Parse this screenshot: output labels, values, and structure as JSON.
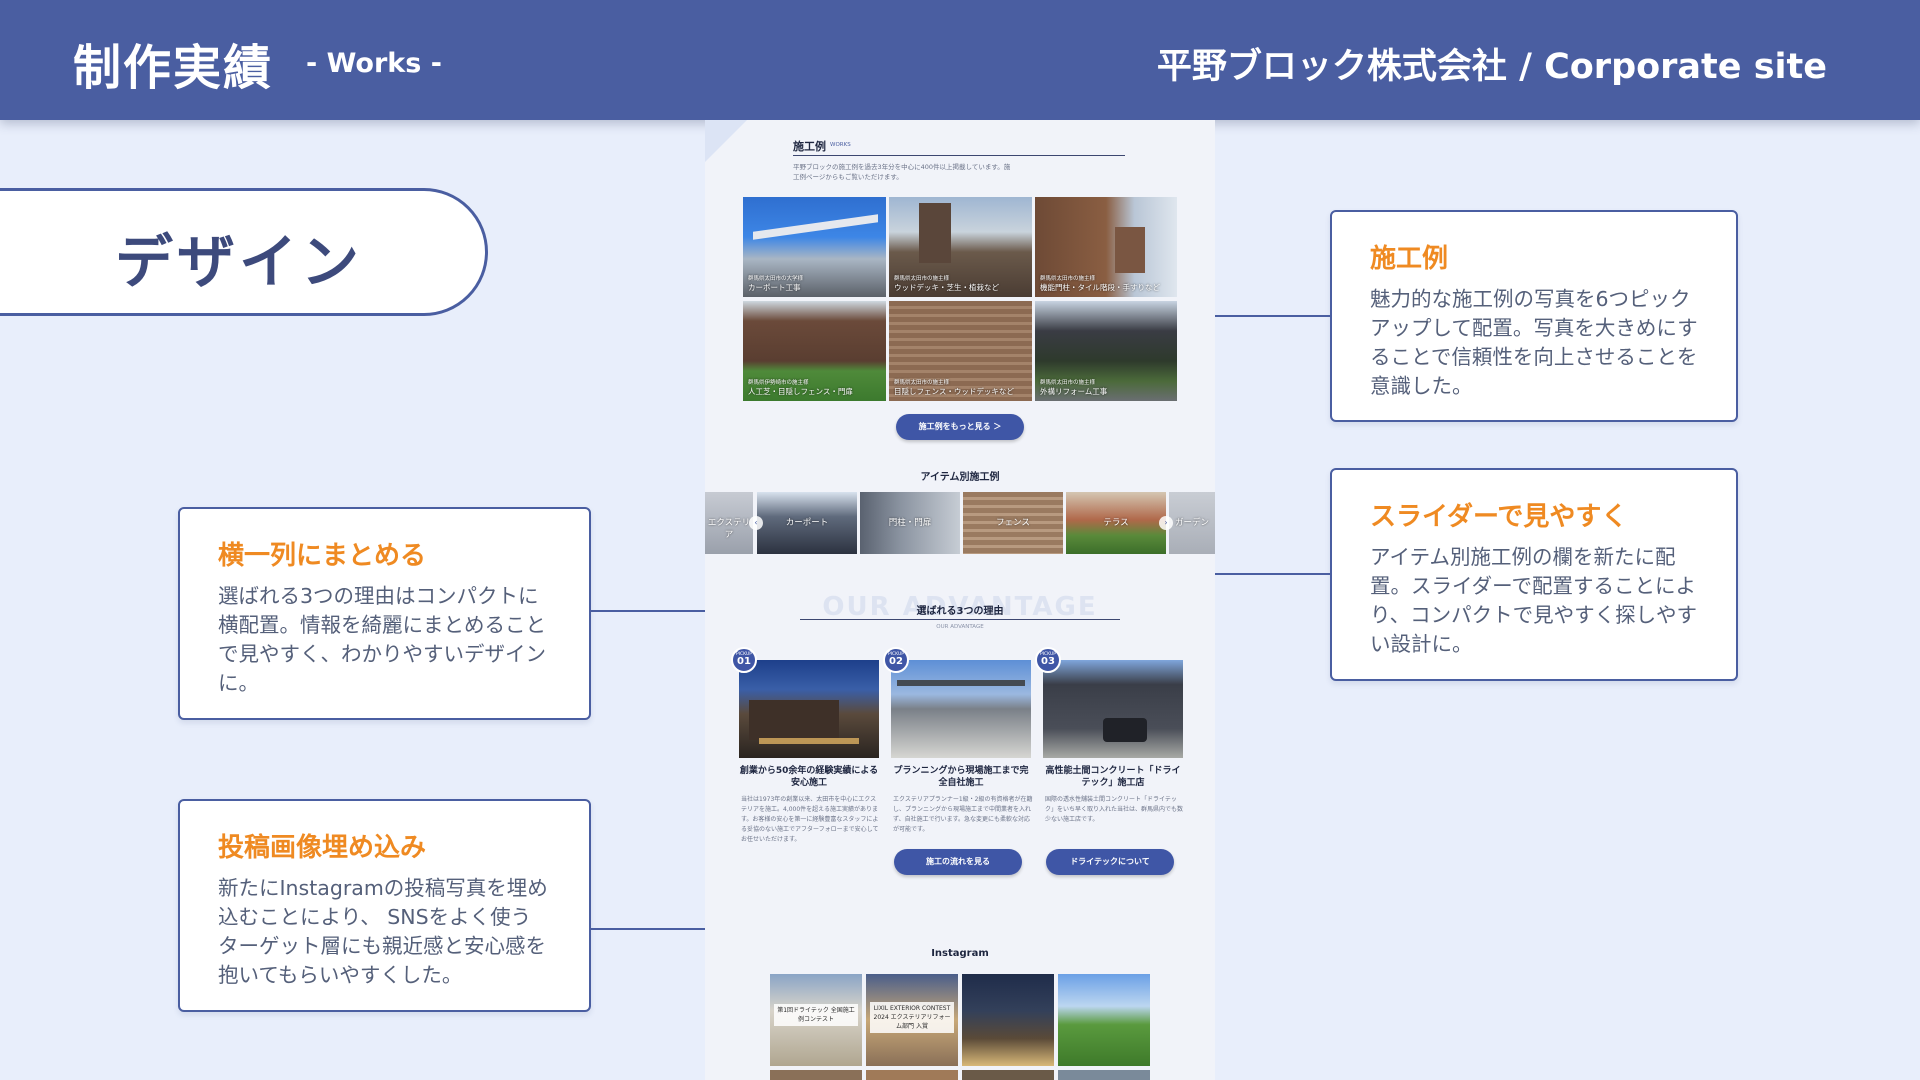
{
  "header": {
    "title": "制作実績",
    "subtitle": "- Works -",
    "corporate": "平野ブロック株式会社 / Corporate site"
  },
  "design_label": "デザイン",
  "callouts": {
    "works": {
      "title": "施工例",
      "text": "魅力的な施工例の写真を6つピックアップして配置。写真を大きめにすることで信頼性を向上させることを意識した。"
    },
    "slider": {
      "title": "スライダーで見やすく",
      "text": "アイテム別施工例の欄を新たに配置。スライダーで配置することにより、コンパクトで見やすく探しやすい設計に。"
    },
    "row": {
      "title": "横一列にまとめる",
      "text": "選ばれる3つの理由はコンパクトに横配置。情報を綺麗にまとめることで見やすく、わかりやすいデザインに。"
    },
    "instagram": {
      "title": "投稿画像埋め込み",
      "text": "新たにInstagramの投稿写真を埋め込むことにより、 SNSをよく使うターゲット層にも親近感と安心感を抱いてもらいやすくした。"
    }
  },
  "site": {
    "works_title": "施工例",
    "works_title_en": "WORKS",
    "works_intro": "平野ブロックの施工例を過去3年分を中心に400件以上掲載しています。施工例ページからもご覧いただけます。",
    "works_photos": [
      {
        "place": "群馬県太田市の大学様",
        "caption": "カーポート工事"
      },
      {
        "place": "群馬県太田市の施主様",
        "caption": "ウッドデッキ・芝生・植栽など"
      },
      {
        "place": "群馬県太田市の施主様",
        "caption": "機能門柱・タイル階段・手すりなど"
      },
      {
        "place": "群馬県伊勢崎市の施主様",
        "caption": "人工芝・目隠しフェンス・門扉"
      },
      {
        "place": "群馬県太田市の施主様",
        "caption": "目隠しフェンス・ウッドデッキなど"
      },
      {
        "place": "群馬県太田市の施主様",
        "caption": "外構リフォーム工事"
      }
    ],
    "works_more": "施工例をもっと見る  ＞",
    "items_title": "アイテム別施工例",
    "slider_items": [
      "エクステリア",
      "カーポート",
      "門柱・門扉",
      "フェンス",
      "テラス",
      "ガーデン"
    ],
    "reasons_bg": "OUR ADVANTAGE",
    "reasons_title": "選ばれる3つの理由",
    "reasons_sub": "OUR ADVANTAGE",
    "pickup_label": "PICKUP",
    "reasons": [
      {
        "num": "01",
        "title": "創業から50余年の経験実績による安心施工",
        "text": "当社は1973年の創業以来、太田市を中心にエクステリアを施工。4,000件を超える施工実績があります。お客様の安心を第一に経験豊富なスタッフによる妥協のない施工でアフターフォローまで安心してお任せいただけます。"
      },
      {
        "num": "02",
        "title": "プランニングから現場施工まで完全自社施工",
        "text": "エクステリアプランナー1級・2級の有資格者が在籍し、プランニングから現場施工まで中間業者を入れず、自社施工で行います。急な変更にも柔軟な対応が可能です。"
      },
      {
        "num": "03",
        "title": "高性能土間コンクリート「ドライテック」施工店",
        "text": "国際の透水性舗装土間コンクリート「ドライテック」をいち早く取り入れた当社は、群馬県内でも数少ない施工店です。"
      }
    ],
    "flow_button": "施工の流れを見る",
    "drytec_button": "ドライテックについて",
    "instagram_title": "Instagram",
    "insta_overlay_1": "第1回ドライテック 全国施工例コンテスト",
    "insta_overlay_2": "LIXIL EXTERIOR CONTEST 2024 エクステリアリフォーム部門 入賞"
  },
  "colors": {
    "header": "#4a5ea1",
    "accent_orange": "#ef8a22",
    "background": "#e8eefb",
    "button_blue": "#3f56a6"
  }
}
